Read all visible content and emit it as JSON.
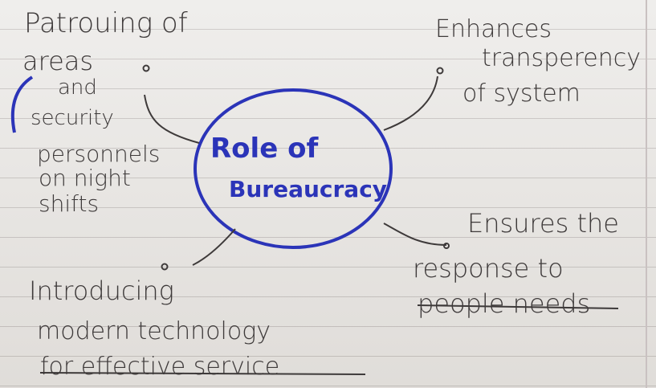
{
  "center": {
    "line1": "Role of",
    "line2": "Bureaucracy"
  },
  "top_left": {
    "line1": "Patrouing of",
    "line2": "areas",
    "line3": "and",
    "line4": "security",
    "line5": "personnels",
    "line6": "on night",
    "line7": "shifts"
  },
  "top_right": {
    "line1": "Enhances",
    "line2": "transperency",
    "line3": "of system"
  },
  "bottom_right": {
    "line1": "Ensures the",
    "line2": "response to",
    "line3": "people needs"
  },
  "bottom_left": {
    "line1": "Introducing",
    "line2": "modern technology",
    "line3": "for effective service"
  },
  "colors": {
    "ink_blue": "#2b34b8",
    "ink_dark": "#3e3a3a",
    "paper": "#e7e5e2",
    "rule_line": "#b7b2b0"
  }
}
